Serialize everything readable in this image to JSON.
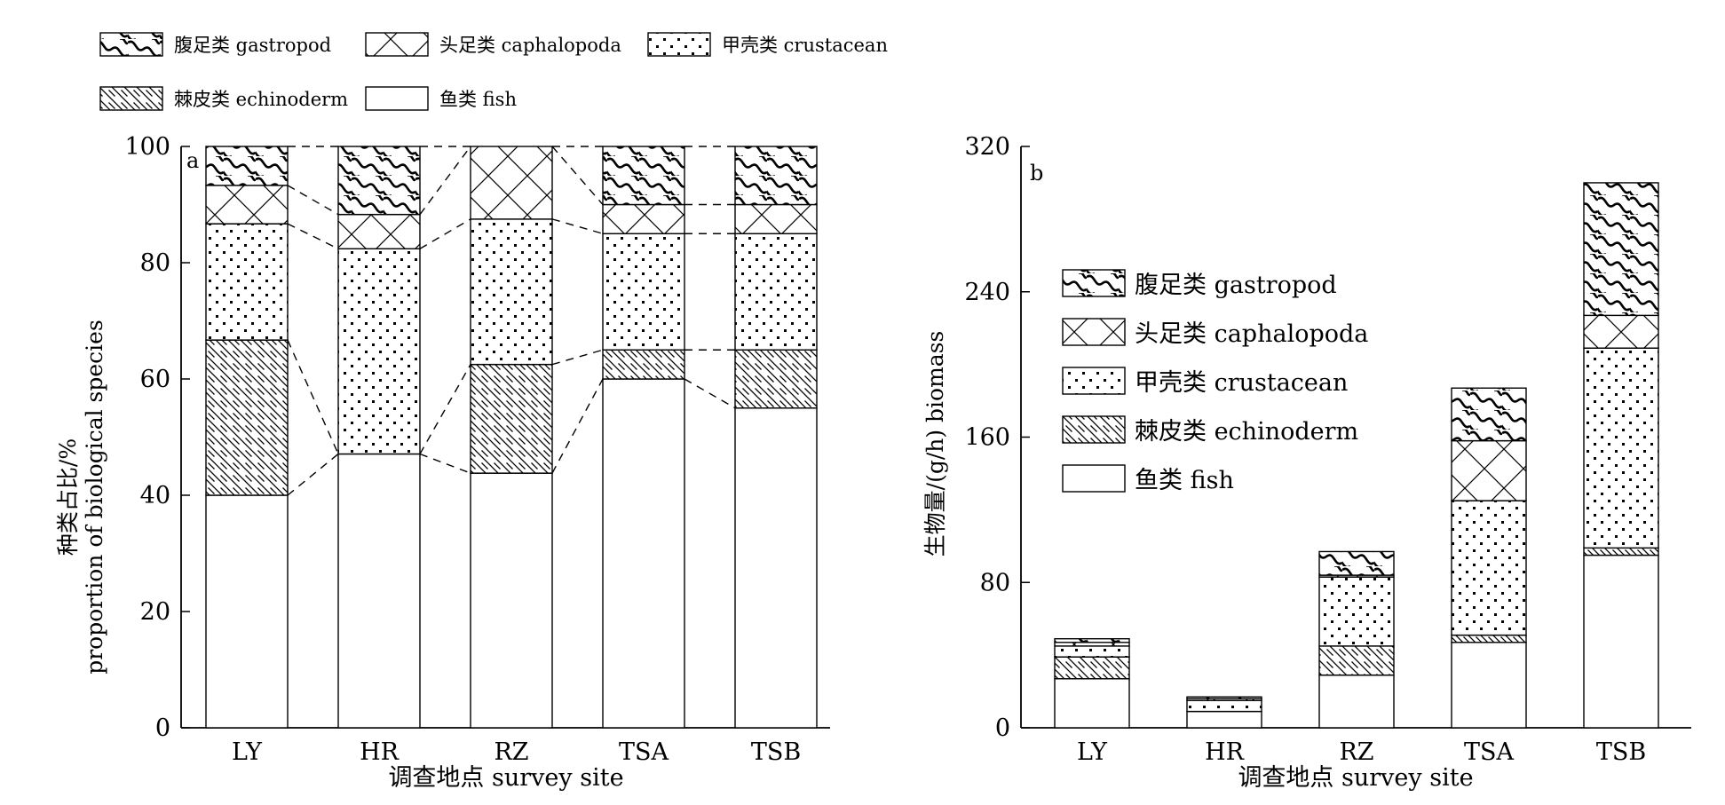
{
  "top_legend": [
    "腹足类 gastropod",
    "头足类 caphalopoda",
    "甲壳类 crustacean",
    "棘皮类 echinoderm",
    "鱼类 fish"
  ],
  "inner_legend": [
    "腹足类 gastropod",
    "头足类 caphalopoda",
    "甲壳类 crustacean",
    "棘皮类 echinoderm",
    "鱼类 fish"
  ],
  "chart_data": [
    {
      "type": "bar",
      "stacked": true,
      "panel_label": "a",
      "ylabel": "种类占比/%\nproportion of biological species",
      "xlabel": "调查地点 survey site",
      "ylim": [
        0,
        100
      ],
      "yticks": [
        0,
        20,
        40,
        60,
        80,
        100
      ],
      "categories": [
        "LY",
        "HR",
        "RZ",
        "TSA",
        "TSB"
      ],
      "series": [
        {
          "name": "鱼类 fish",
          "values": [
            40,
            47.1,
            43.8,
            60,
            55
          ]
        },
        {
          "name": "棘皮类 echinoderm",
          "values": [
            26.7,
            0,
            18.7,
            5,
            10
          ]
        },
        {
          "name": "甲壳类 crustacean",
          "values": [
            20,
            35.3,
            25,
            20,
            20
          ]
        },
        {
          "name": "头足类 caphalopoda",
          "values": [
            6.6,
            5.9,
            12.5,
            5,
            5
          ]
        },
        {
          "name": "腹足类 gastropod",
          "values": [
            6.7,
            11.7,
            0,
            10,
            10
          ]
        }
      ]
    },
    {
      "type": "bar",
      "stacked": true,
      "panel_label": "b",
      "ylabel": "生物量/(g/h) biomass",
      "xlabel": "调查地点 survey site",
      "ylim": [
        0,
        320
      ],
      "yticks": [
        0,
        80,
        160,
        240,
        320
      ],
      "categories": [
        "LY",
        "HR",
        "RZ",
        "TSA",
        "TSB"
      ],
      "series": [
        {
          "name": "鱼类 fish",
          "values": [
            27,
            9,
            29,
            47,
            95
          ]
        },
        {
          "name": "棘皮类 echinoderm",
          "values": [
            12,
            0,
            16,
            4,
            4
          ]
        },
        {
          "name": "甲壳类 crustacean",
          "values": [
            6,
            6,
            38,
            74,
            110
          ]
        },
        {
          "name": "头足类 caphalopoda",
          "values": [
            2,
            1,
            1,
            33,
            18
          ]
        },
        {
          "name": "腹足类 gastropod",
          "values": [
            2,
            1,
            13,
            29,
            73
          ]
        }
      ]
    }
  ]
}
